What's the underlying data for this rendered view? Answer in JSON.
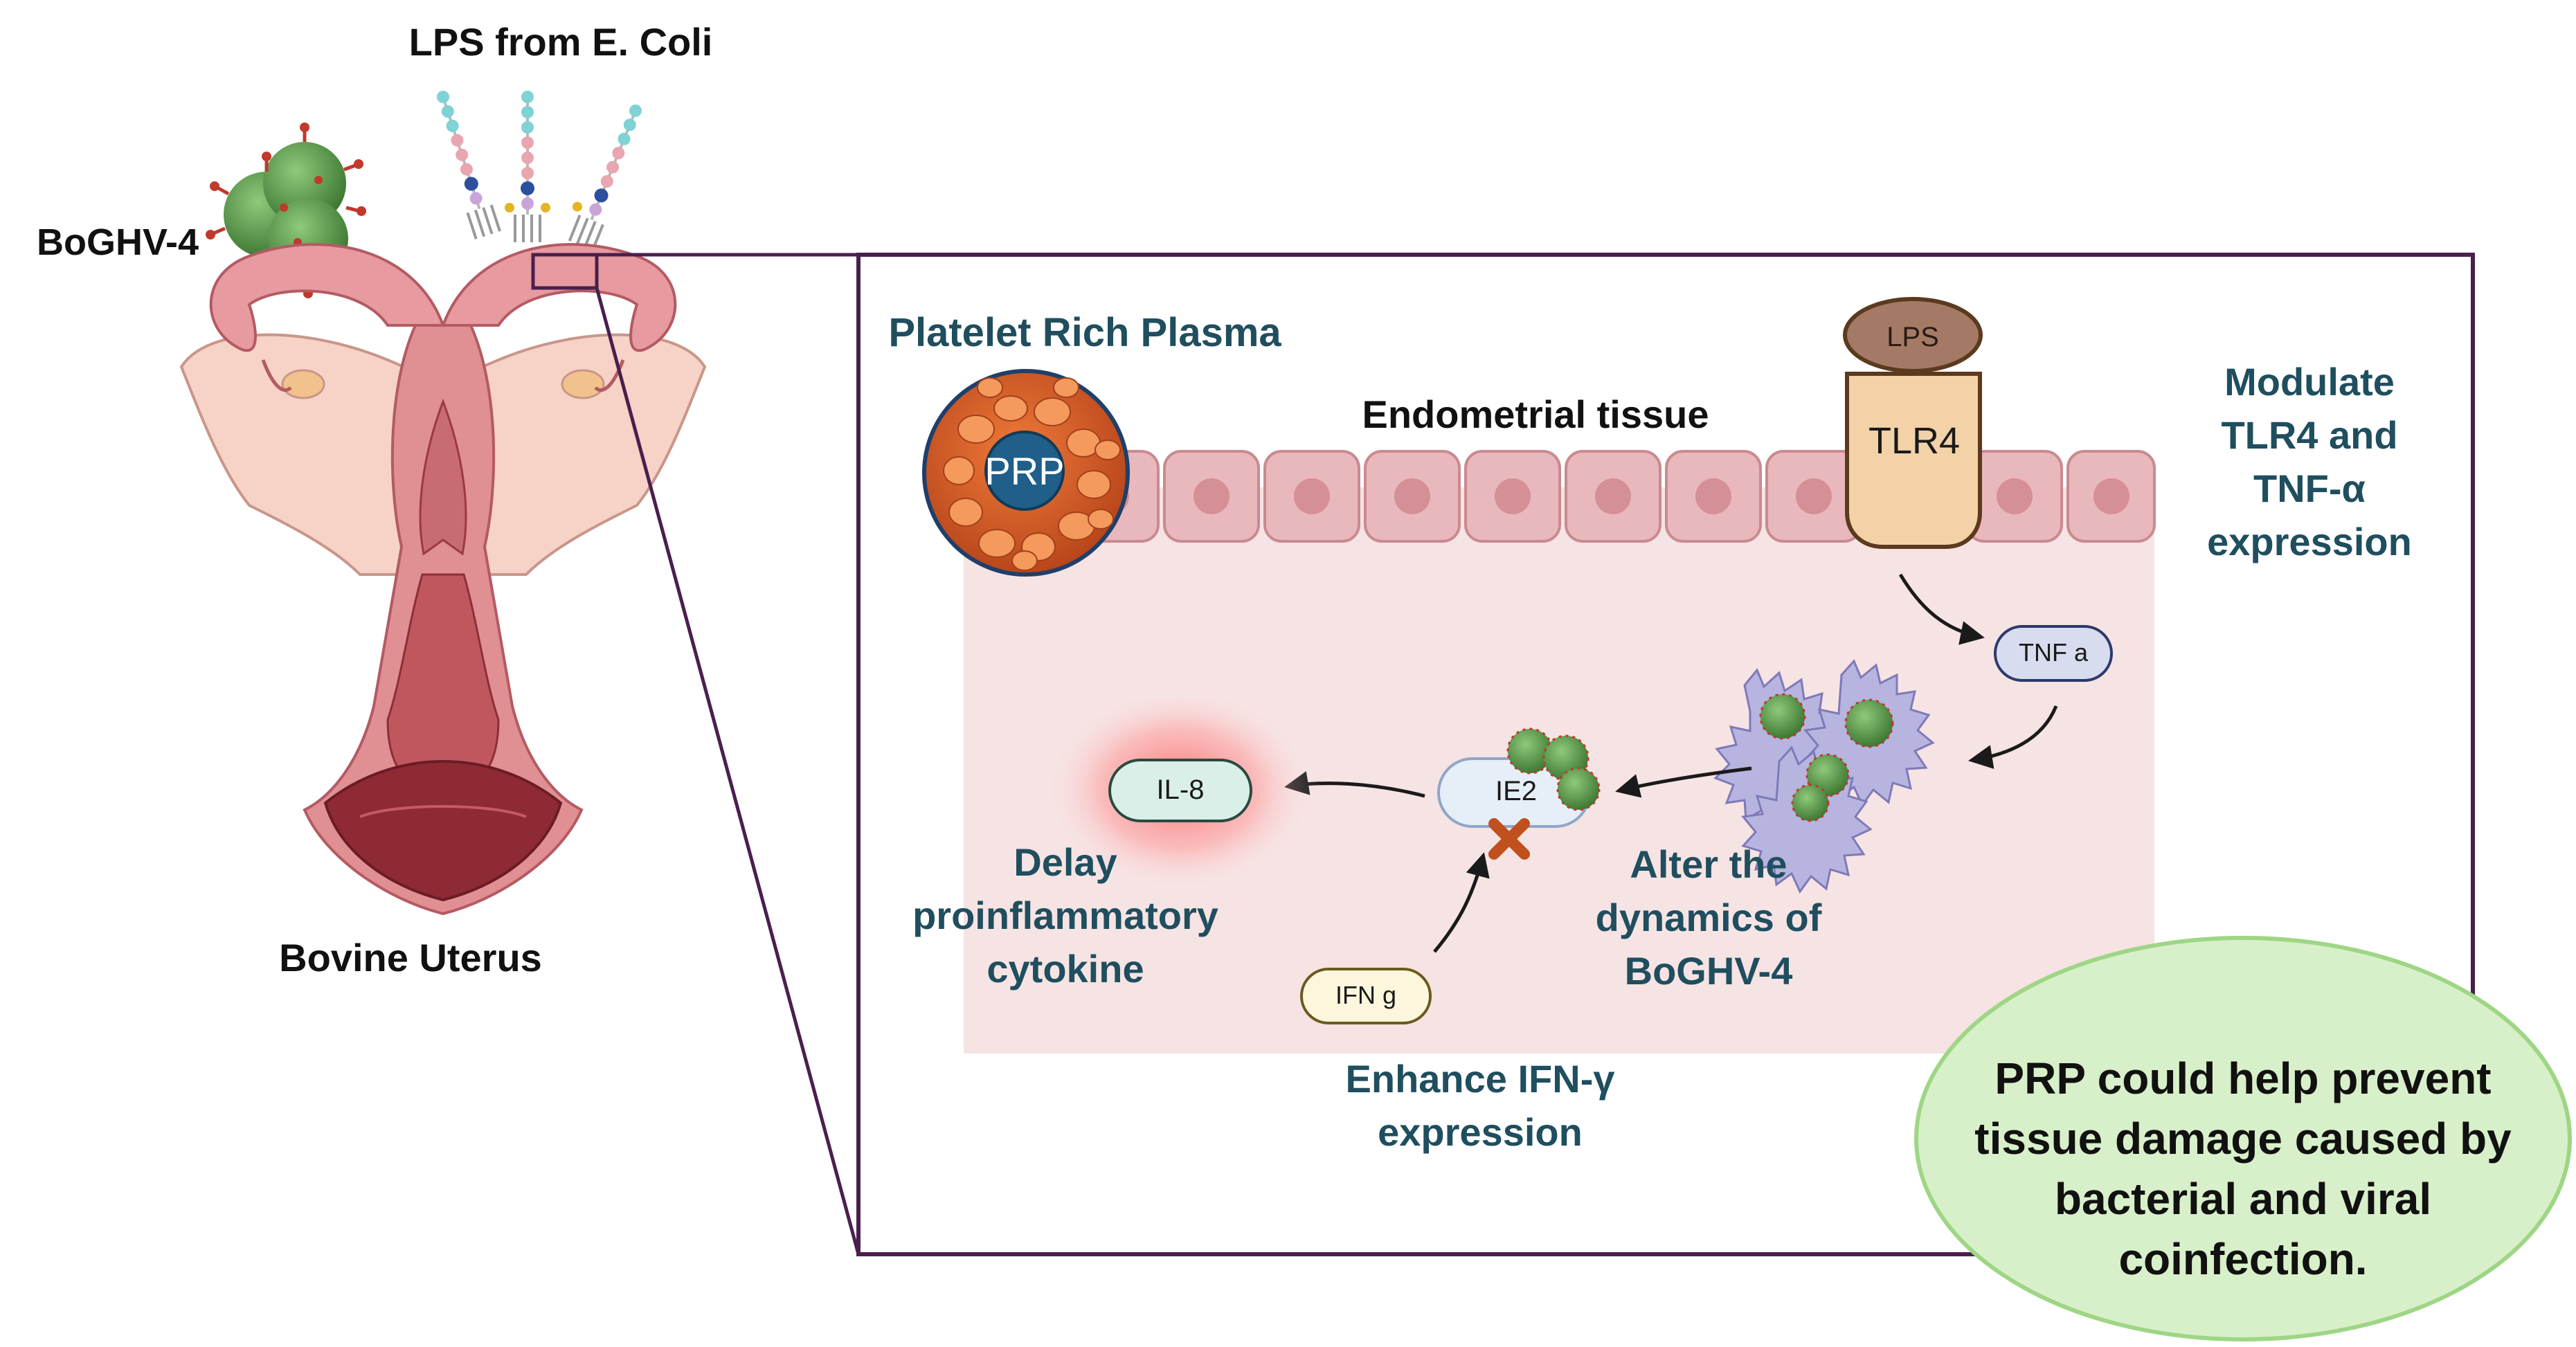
{
  "labels": {
    "lps_source": "LPS from E. Coli",
    "virus": "BoGHV-4",
    "organ": "Bovine Uterus",
    "prp_title": "Platelet Rich Plasma",
    "prp_badge": "PRP",
    "tissue": "Endometrial tissue",
    "lps_cap": "LPS",
    "receptor": "TLR4",
    "tnf": "TNF a",
    "ie2": "IE2",
    "il8": "IL-8",
    "ifn": "IFN g"
  },
  "effects": {
    "modulate": [
      "Modulate",
      "TLR4 and",
      "TNF-α",
      "expression"
    ],
    "alter": [
      "Alter the",
      "dynamics of",
      "BoGHV-4"
    ],
    "delay": [
      "Delay",
      "proinflammatory",
      "cytokine"
    ],
    "enhance": [
      "Enhance IFN-γ",
      "expression"
    ]
  },
  "conclusion": [
    "PRP could help prevent",
    "tissue damage caused by",
    "bacterial and viral",
    "coinfection."
  ],
  "colors": {
    "frame": "#4a1f4d",
    "teal_text": "#1f4e5f",
    "tissue_fill": "#f6e3e3",
    "cell_fill": "#e9b8bc",
    "tlr4_fill": "#f3d2a8",
    "lps_fill": "#a47a67",
    "callout_fill": "#d8f0c9",
    "callout_stroke": "#9ed685"
  }
}
